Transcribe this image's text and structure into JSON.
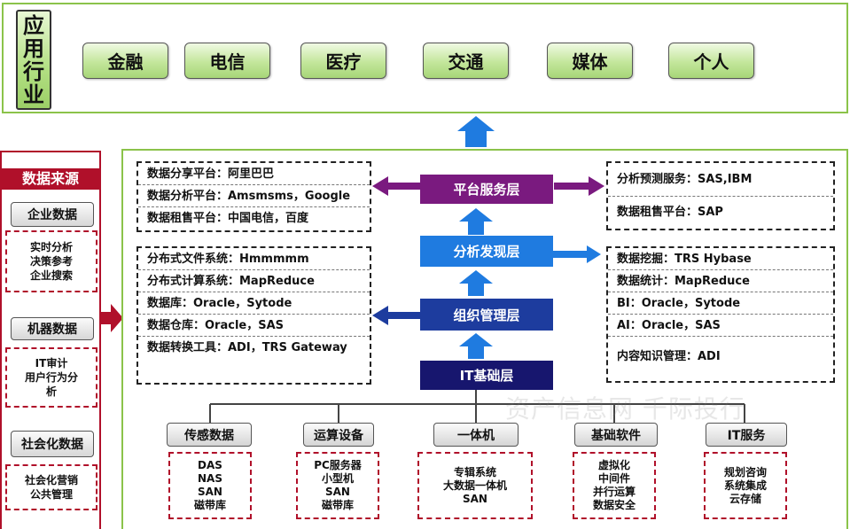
{
  "industry": {
    "title": "应用行业",
    "items": [
      "金融",
      "电信",
      "医疗",
      "交通",
      "媒体",
      "个人"
    ]
  },
  "sources": {
    "title": "数据来源",
    "groups": [
      {
        "label": "企业数据",
        "details": [
          "实时分析",
          "决策参考",
          "企业搜索"
        ]
      },
      {
        "label": "机器数据",
        "details": [
          "IT审计",
          "用户行为分",
          "析"
        ]
      },
      {
        "label": "社会化数据",
        "details": [
          "社会化营销",
          "公共管理"
        ]
      }
    ]
  },
  "layers": {
    "platform": "平台服务层",
    "analysis": "分析发现层",
    "organization": "组织管理层",
    "infrastructure": "IT基础层"
  },
  "left_boxes": {
    "platform": [
      "数据分享平台：阿里巴巴",
      "数据分析平台：Amsmsms，Google",
      "数据租售平台：中国电信，百度"
    ],
    "organization": [
      "分布式文件系统：Hmmmmm",
      "分布式计算系统：MapReduce",
      "数据库：Oracle，Sytode",
      "数据仓库：Oracle，SAS",
      "数据转换工具：ADI，TRS Gateway"
    ]
  },
  "right_boxes": {
    "platform": [
      "分析预测服务：SAS,IBM",
      "数据租售平台：SAP"
    ],
    "analysis": [
      "数据挖掘：TRS Hybase",
      "数据统计：MapReduce",
      "BI：Oracle，Sytode",
      "AI：Oracle，SAS",
      "内容知识管理：ADI"
    ]
  },
  "categories": [
    {
      "label": "传感数据",
      "details": [
        "DAS",
        "NAS",
        "SAN",
        "磁带库"
      ]
    },
    {
      "label": "运算设备",
      "details": [
        "PC服务器",
        "小型机",
        "SAN",
        "磁带库"
      ]
    },
    {
      "label": "一体机",
      "details": [
        "专辑系统",
        "大数据一体机",
        "SAN"
      ]
    },
    {
      "label": "基础软件",
      "details": [
        "虚拟化",
        "中间件",
        "并行运算",
        "数据安全"
      ]
    },
    {
      "label": "IT服务",
      "details": [
        "规划咨询",
        "系统集成",
        "云存储"
      ]
    }
  ],
  "watermark": "资产信息网 千际投行",
  "colors": {
    "green": "#8bc34a",
    "red": "#b0102a",
    "purple": "#7a1a7f",
    "blue": "#1f7be0",
    "navy": "#17166e"
  }
}
